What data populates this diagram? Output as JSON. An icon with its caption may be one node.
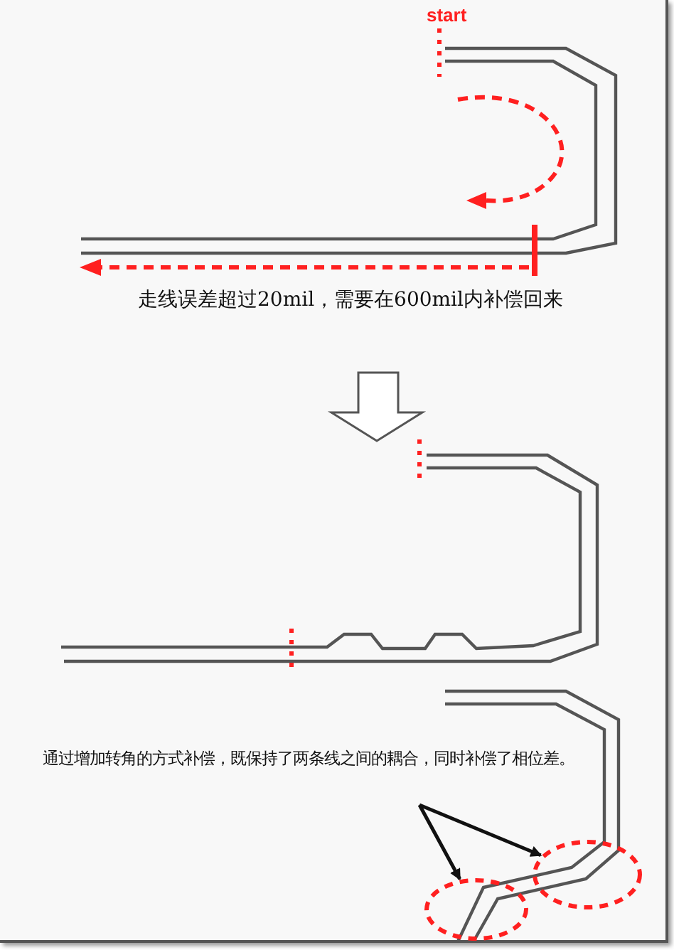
{
  "diagram": {
    "nodes": [
      {
        "text": [],
        "shape": "ellipse"
      },
      {
        "text": [],
        "shape": "ellipse"
      }
    ],
    "edges": [
      {
        "from": null,
        "to": 0,
        "arrow": "to"
      },
      {
        "from": null,
        "to": 1,
        "arrow": "to"
      }
    ],
    "labels": [
      "start",
      "走线误差超过20mil，需要在600mil内补偿回来",
      "通过增加转角的方式补偿，既保持了两条线之间的耦合，同时补偿了相位差。"
    ]
  }
}
